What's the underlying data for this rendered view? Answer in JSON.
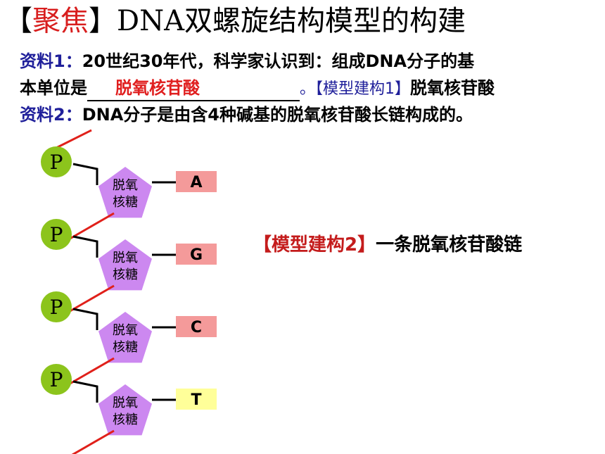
{
  "title": {
    "prefix": "【",
    "highlight": "聚焦",
    "suffix": "】DNA双螺旋结构模型的构建"
  },
  "material1": {
    "label": "资料1：",
    "text": "20世纪30年代，科学家认识到：组成DNA分子的基",
    "line2_text": "本单位是",
    "answer": "脱氧核苷酸",
    "model_label": "。【模型建构1】",
    "model_answer": "脱氧核苷酸"
  },
  "material2": {
    "label": "资料2：",
    "text": "DNA分子是由含4种碱基的脱氧核苷酸长链构成的。"
  },
  "model2": {
    "bracket_text": "【模型建构2】",
    "text": "一条脱氧核苷酸链"
  },
  "chain": {
    "phosphate_label": "P",
    "sugar_label_line1": "脱氧",
    "sugar_label_line2": "核糖",
    "bases": [
      "A",
      "G",
      "C",
      "T"
    ],
    "base_colors": [
      "#f49a9a",
      "#f49a9a",
      "#f49a9a",
      "#ffff99"
    ]
  },
  "colors": {
    "phosphate_fill": "#8cc41c",
    "sugar_fill": "#cc88f0",
    "bond_red": "#e0201a",
    "title_accent": "#d81e1e"
  }
}
